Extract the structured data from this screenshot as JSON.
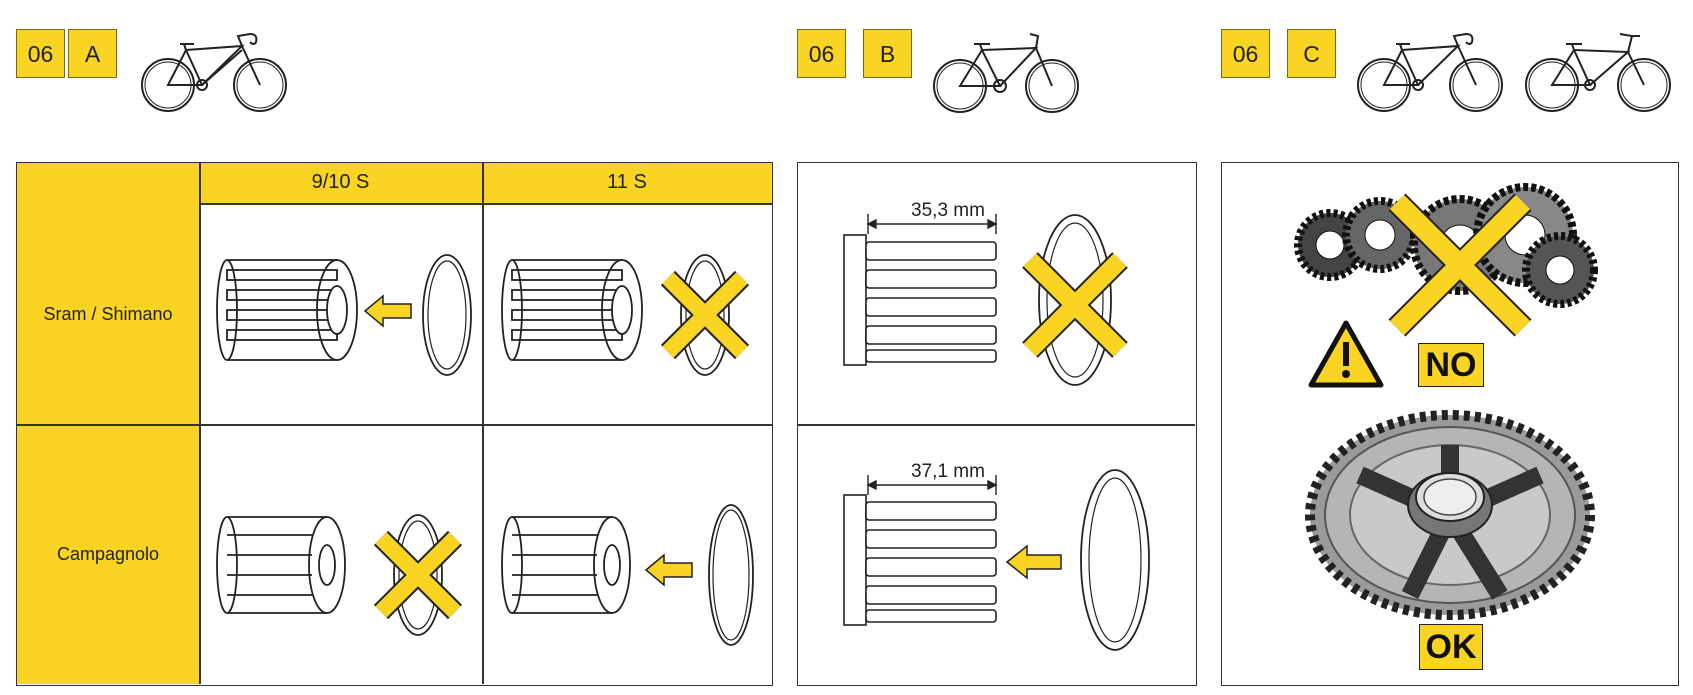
{
  "section_a": {
    "step": "06",
    "letter": "A",
    "bike_icon": "road-bike-icon"
  },
  "section_b": {
    "step": "06",
    "letter": "B",
    "bike_icon": "track-bike-icon"
  },
  "section_c": {
    "step": "06",
    "letter": "C",
    "bike_icons": [
      "road-bike-icon",
      "hybrid-bike-icon"
    ]
  },
  "table_a": {
    "columns": [
      "9/10 S",
      "11 S"
    ],
    "rows": [
      "Sram / Shimano",
      "Campagnolo"
    ],
    "cells": [
      [
        "freehub-body + arrow + spacer-ring (ok)",
        "freehub-body + crossed spacer-ring (no)"
      ],
      [
        "freehub-body + crossed spacer-ring (no)",
        "freehub-body + arrow + spacer-ring (ok)"
      ]
    ]
  },
  "panel_b": {
    "top_dimension": "35,3 mm",
    "bottom_dimension": "37,1 mm"
  },
  "panel_c": {
    "no_label": "NO",
    "ok_label": "OK",
    "warning_icon": "warning-triangle-icon"
  },
  "colors": {
    "accent_yellow": "#f9d423",
    "line": "#333333"
  }
}
